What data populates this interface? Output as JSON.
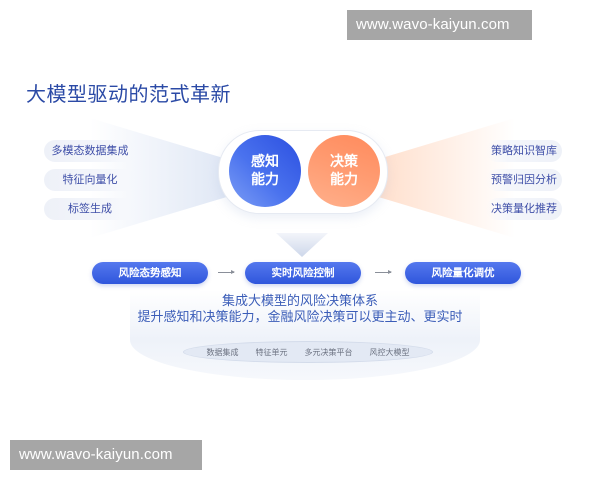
{
  "watermarks": {
    "top": "www.wavo-kaiyun.com",
    "bottom": "www.wavo-kaiyun.com"
  },
  "title": "大模型驱动的范式革新",
  "left_chips": [
    "多模态数据集成",
    "特征向量化",
    "标签生成"
  ],
  "right_chips": [
    "策略知识智库",
    "预警归因分析",
    "决策量化推荐"
  ],
  "circles": {
    "perception": {
      "line1": "感知",
      "line2": "能力",
      "color": "#3a5fe6"
    },
    "decision": {
      "line1": "决策",
      "line2": "能力",
      "color": "#ff936a"
    }
  },
  "flow": [
    "风险态势感知",
    "实时风险控制",
    "风险量化调优"
  ],
  "subtitle": {
    "line1": "集成大模型的风险决策体系",
    "line2": "提升感知和决策能力，金融风险决策可以更主动、更实时"
  },
  "platform_items": [
    "数据集成",
    "特征单元",
    "多元决策平台",
    "风控大模型"
  ],
  "colors": {
    "title": "#2b4aa6",
    "bar": "#3a5fe6",
    "chip_text": "#3f4fa8"
  }
}
